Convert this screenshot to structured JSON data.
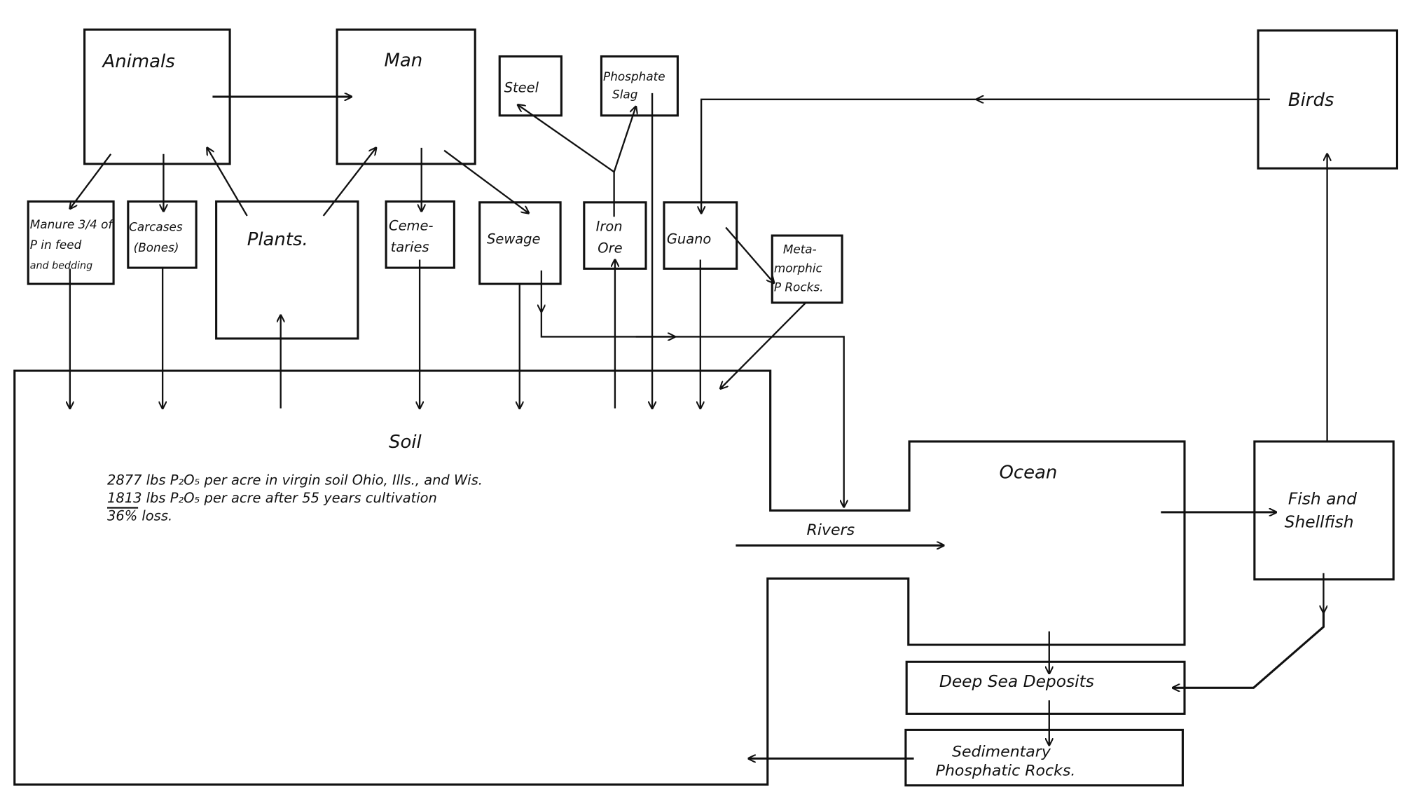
{
  "diagram": {
    "title": "Phosphorus cycle",
    "nodes": {
      "animals": "Animals",
      "man": "Man",
      "steel": "Steel",
      "phosphate_slag": [
        "Phosphate",
        "Slag"
      ],
      "birds": "Birds",
      "manure": [
        "Manure 3/4 of",
        "P in feed",
        "and bedding"
      ],
      "carcases": [
        "Carcases",
        "(Bones)"
      ],
      "plants": "Plants.",
      "cemeteries": [
        "Ceme-",
        "taries"
      ],
      "sewage": "Sewage",
      "iron_ore": [
        "Iron",
        "Ore"
      ],
      "guano": "Guano",
      "metamorphic": [
        "Meta-",
        "morphic",
        "P Rocks."
      ],
      "soil": "Soil",
      "ocean": "Ocean",
      "rivers": "Rivers",
      "fish": [
        "Fish and",
        "Shellfish"
      ],
      "deep_sea": "Deep Sea Deposits",
      "sedimentary": [
        "Sedimentary",
        "Phosphatic Rocks."
      ]
    },
    "soil_notes": [
      "2877 lbs P₂O₅ per acre in virgin soil Ohio, Ills., and Wis.",
      "1813 lbs P₂O₅ per acre after 55 years cultivation",
      "36% loss."
    ],
    "edges": [
      [
        "animals",
        "man"
      ],
      [
        "animals",
        "manure"
      ],
      [
        "animals",
        "carcases"
      ],
      [
        "plants",
        "animals"
      ],
      [
        "plants",
        "man"
      ],
      [
        "man",
        "cemeteries"
      ],
      [
        "man",
        "sewage"
      ],
      [
        "iron_ore",
        "steel"
      ],
      [
        "iron_ore",
        "phosphate_slag"
      ],
      [
        "birds",
        "guano"
      ],
      [
        "guano",
        "metamorphic"
      ],
      [
        "manure",
        "soil"
      ],
      [
        "carcases",
        "soil"
      ],
      [
        "soil",
        "plants"
      ],
      [
        "cemeteries",
        "soil"
      ],
      [
        "sewage",
        "soil"
      ],
      [
        "sewage",
        "rivers"
      ],
      [
        "soil",
        "iron_ore"
      ],
      [
        "phosphate_slag",
        "soil"
      ],
      [
        "guano",
        "soil"
      ],
      [
        "metamorphic",
        "soil"
      ],
      [
        "rivers",
        "ocean"
      ],
      [
        "ocean",
        "fish"
      ],
      [
        "fish",
        "birds"
      ],
      [
        "fish",
        "deep_sea"
      ],
      [
        "ocean",
        "deep_sea"
      ],
      [
        "deep_sea",
        "sedimentary"
      ],
      [
        "sedimentary",
        "soil"
      ]
    ]
  }
}
